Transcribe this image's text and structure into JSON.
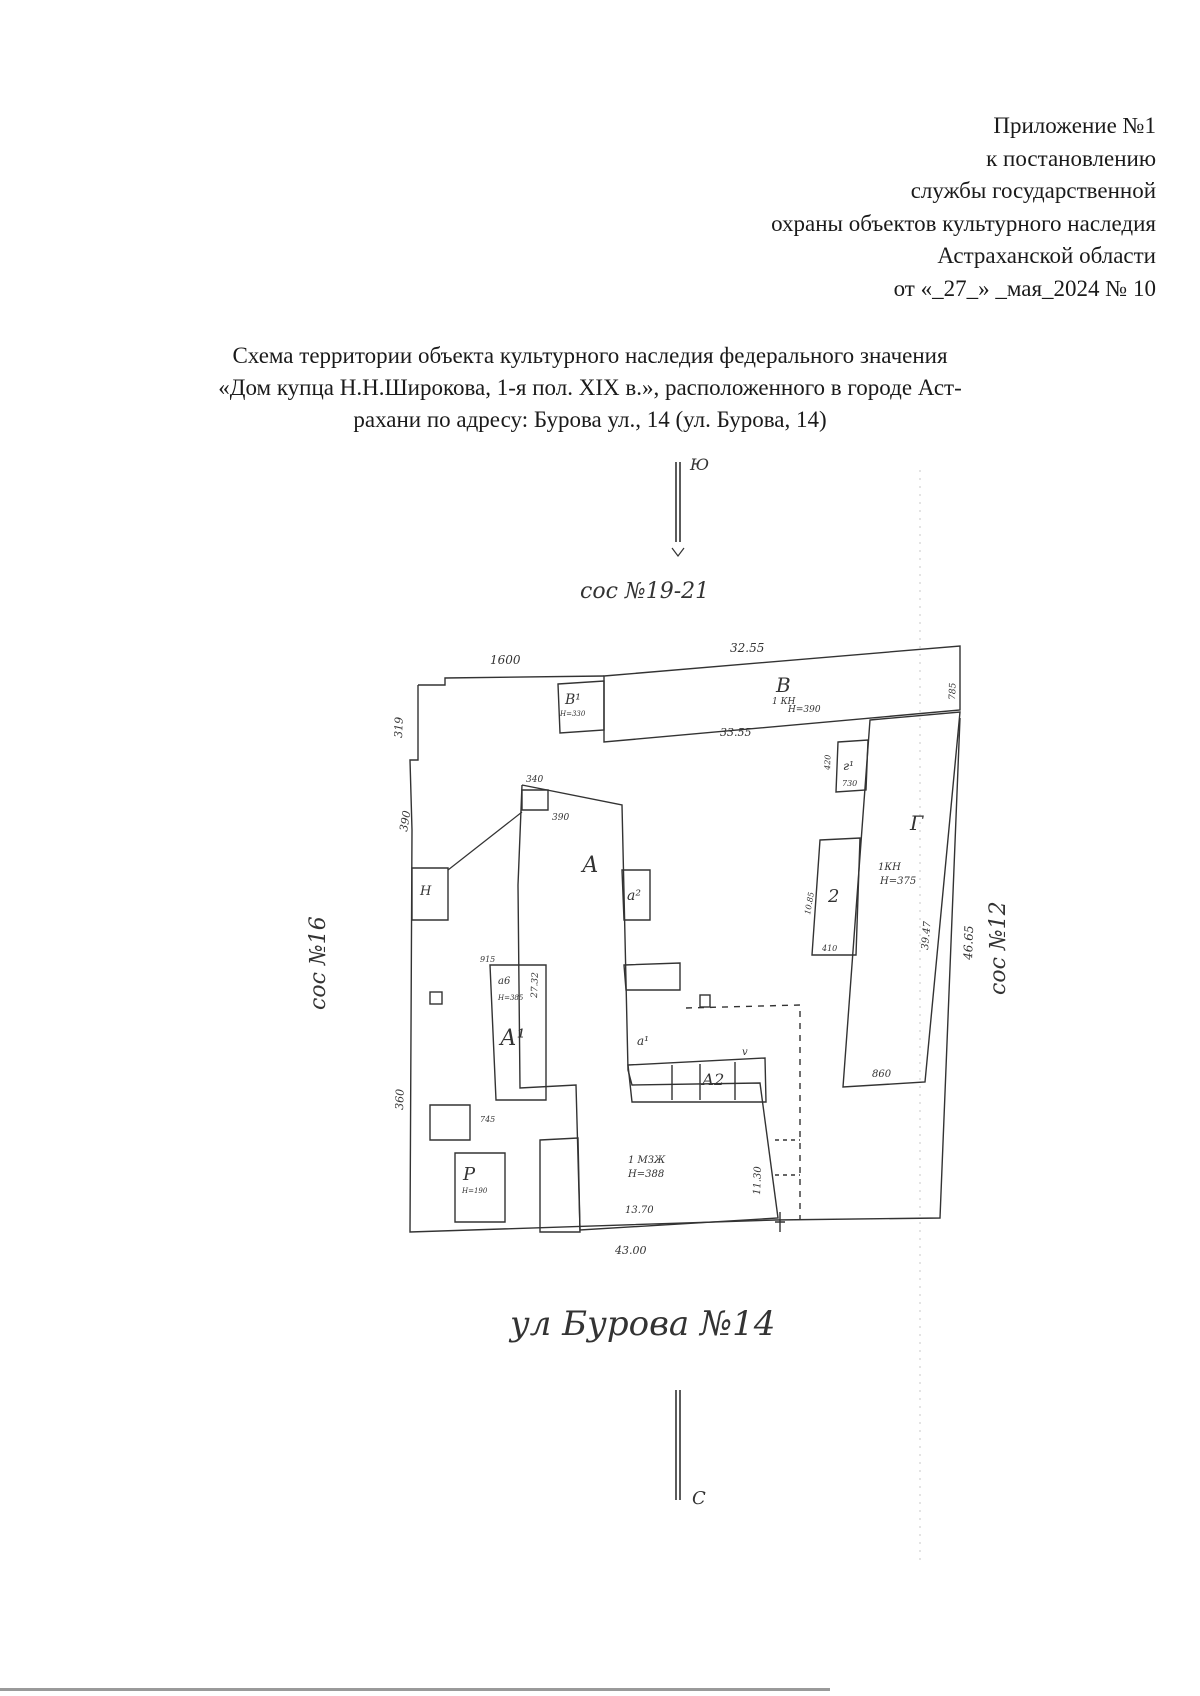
{
  "appendix": {
    "lines": [
      "Приложение №1",
      "к постановлению",
      "службы государственной",
      "охраны объектов культурного наследия",
      "Астраханской области",
      "от «_27_» _мая_2024 № 10"
    ]
  },
  "title": {
    "lines": [
      "Схема территории объекта культурного наследия федерального значения",
      "«Дом купца Н.Н.Широкова, 1-я пол. XIX в.», расположенного в городе Аст-",
      "рахани по адресу: Бурова ул., 14 (ул. Бурова, 14)"
    ]
  },
  "plan": {
    "north_label": "Ю",
    "south_label": "С",
    "top_neighbor": "соc №19-21",
    "left_neighbor": "соc №16",
    "right_neighbor": "соc №12",
    "street": "ул Бурова №14",
    "buildings": {
      "A": "А",
      "A1": "А¹",
      "A2": "А2",
      "a1": "а¹",
      "a2": "а²",
      "a6": "а6",
      "B": "В",
      "B1": "В¹",
      "G": "Г",
      "G1": "г¹",
      "P": "Р",
      "N": "Н",
      "two": "2",
      "v": "v"
    },
    "notes": {
      "b_kn": "1 КН",
      "b_h": "Н=390",
      "g_kn": "1КН",
      "g_h": "Н=375",
      "main_kzh": "1 МЗЖ",
      "main_h": "Н=388",
      "b1_h": "Н=330",
      "a1_h": "Н=385",
      "p_h": "Н=190"
    },
    "dims": {
      "d1600": "1600",
      "d3255": "32.55",
      "d3355": "33.55",
      "d785": "785",
      "d319": "319",
      "d390a": "390",
      "d340": "340",
      "d390b": "390",
      "d360": "360",
      "d2732": "27.32",
      "d4665": "46.65",
      "d3947": "39.47",
      "d860": "860",
      "d1130": "11.30",
      "d1370": "13.70",
      "d4300": "43.00",
      "d420": "420",
      "d730": "730",
      "d1085": "10.85",
      "d410": "410",
      "d745": "745",
      "d915": "915"
    }
  }
}
